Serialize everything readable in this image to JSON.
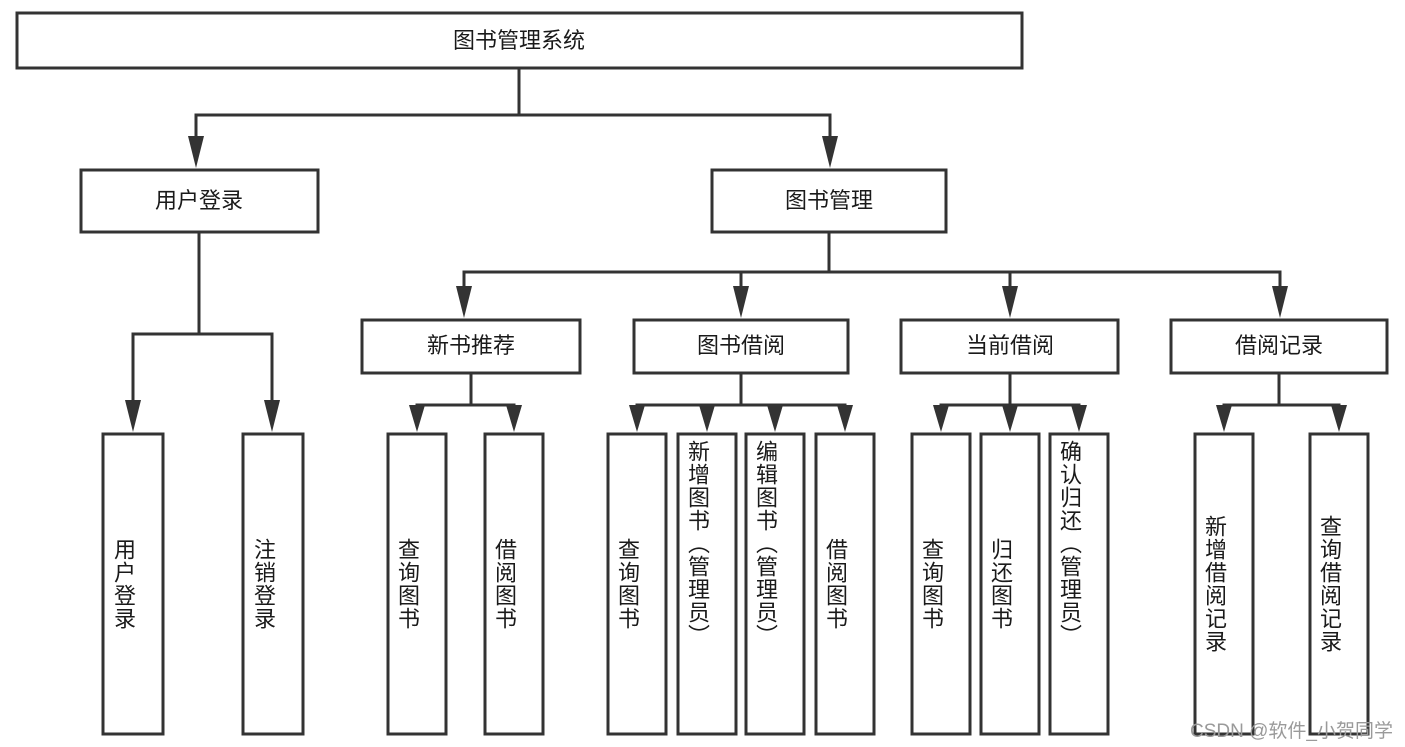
{
  "diagram": {
    "type": "tree-hierarchy",
    "title": "图书管理系统",
    "orientation": "top-down",
    "colors": {
      "box_stroke": "#333333",
      "box_fill": "#ffffff",
      "text": "#1a1a1a",
      "connector": "#333333",
      "watermark": "#9a9a9a",
      "background": "#ffffff"
    },
    "levels": {
      "root": {
        "label": "图书管理系统"
      },
      "level2": [
        {
          "label": "用户登录"
        },
        {
          "label": "图书管理"
        }
      ],
      "level3": [
        {
          "label": "新书推荐"
        },
        {
          "label": "图书借阅"
        },
        {
          "label": "当前借阅"
        },
        {
          "label": "借阅记录"
        }
      ]
    },
    "nodes": {
      "root": "图书管理系统",
      "user_login": "用户登录",
      "book_manage": "图书管理",
      "new_book_rec": "新书推荐",
      "book_borrow": "图书借阅",
      "current_borrow": "当前借阅",
      "borrow_record": "借阅记录"
    },
    "leaves": {
      "user_login_children": [
        "用户登录",
        "注销登录"
      ],
      "new_book_rec_children": [
        "查询图书",
        "借阅图书"
      ],
      "book_borrow_children": [
        "查询图书",
        "新增图书（管理员）",
        "编辑图书（管理员）",
        "借阅图书"
      ],
      "current_borrow_children": [
        "查询图书",
        "归还图书",
        "确认归还（管理员）"
      ],
      "borrow_record_children": [
        "新增借阅记录",
        "查询借阅记录"
      ]
    }
  },
  "watermark": {
    "text": "CSDN @软件_小贺同学"
  }
}
